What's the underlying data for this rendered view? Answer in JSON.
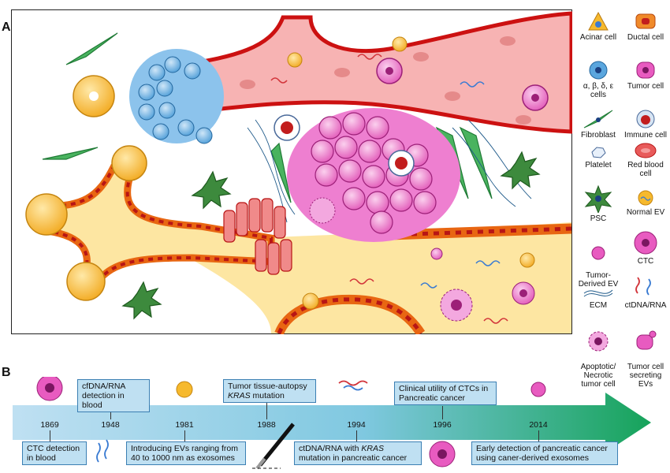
{
  "panel_a_label": "A",
  "panel_b_label": "B",
  "legend": [
    {
      "label": "Acinar cell",
      "icon": "acinar-cell-icon"
    },
    {
      "label": "Ductal cell",
      "icon": "ductal-cell-icon"
    },
    {
      "label": "α, β, δ, ε cells",
      "icon": "islet-cell-icon"
    },
    {
      "label": "Tumor cell",
      "icon": "tumor-cell-icon"
    },
    {
      "label": "Fibroblast",
      "icon": "fibroblast-icon"
    },
    {
      "label": "Immune cell",
      "icon": "immune-cell-icon"
    },
    {
      "label": "Platelet",
      "icon": "platelet-icon"
    },
    {
      "label": "Red blood cell",
      "icon": "red-blood-cell-icon"
    },
    {
      "label": "PSC",
      "icon": "psc-icon"
    },
    {
      "label": "Normal EV",
      "icon": "normal-ev-icon"
    },
    {
      "label": "Tumor-\nDerived EV",
      "icon": "tumor-derived-ev-icon"
    },
    {
      "label": "CTC",
      "icon": "ctc-icon"
    },
    {
      "label": "ECM",
      "icon": "ecm-icon"
    },
    {
      "label": "ctDNA/RNA",
      "icon": "ctdna-rna-icon"
    },
    {
      "label": "Apoptotic/\nNecrotic\ntumor cell",
      "icon": "apoptotic-cell-icon"
    },
    {
      "label": "Tumor cell\nsecreting\nEVs",
      "icon": "tumor-secreting-ev-icon"
    }
  ],
  "timeline": {
    "events": [
      {
        "year": "1869",
        "text": "CTC detection\nin blood",
        "side": "below"
      },
      {
        "year": "1948",
        "text": "cfDNA/RNA\ndetection in blood",
        "side": "above"
      },
      {
        "year": "1981",
        "text": "Introducing EVs ranging from\n40 to 1000 nm as exosomes",
        "side": "below"
      },
      {
        "year": "1988",
        "text_parts": [
          "Tumor tissue-autopsy",
          "KRAS",
          " mutation"
        ],
        "side": "above"
      },
      {
        "year": "1994",
        "text_parts": [
          "ctDNA/RNA with ",
          "KRAS",
          "mutation in pancreatic cancer"
        ],
        "side": "below"
      },
      {
        "year": "1996",
        "text": "Clinical utility of CTCs in\nPancreatic cancer",
        "side": "above"
      },
      {
        "year": "2014",
        "text": "Early detection of pancreatic cancer\nusing caner-derived exosomes",
        "side": "below"
      }
    ]
  },
  "colors": {
    "tumor": "#e85bc0",
    "blood_vessel": "#f6a5a5",
    "vessel_wall": "#cc1111",
    "islet": "#5aa6de",
    "acinar": "#f6b92d",
    "duct_bg": "#fde6a2",
    "fibroblast": "#3aa654",
    "arrow_start": "#bfe0f2",
    "arrow_end": "#16a35a"
  }
}
